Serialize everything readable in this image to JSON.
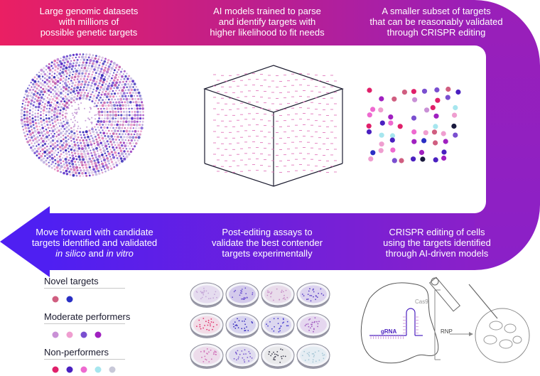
{
  "steps": {
    "s1": [
      "Large genomic datasets",
      "with millions of",
      "possible genetic targets"
    ],
    "s2": [
      "AI models trained to parse",
      "and identify targets with",
      "higher likelihood to fit needs"
    ],
    "s3": [
      "A smaller subset of targets",
      "that can be reasonably validated",
      "through CRISPR editing"
    ],
    "s4": [
      "CRISPR editing of cells",
      "using the targets identified",
      "through AI-driven models"
    ],
    "s5": [
      "Post-editing assays to",
      "validate the best contender",
      "targets experimentally"
    ],
    "s6": {
      "line1": "Move forward with candidate",
      "line2": "targets identified and validated",
      "line3_a": "in silico",
      "line3_b": " and ",
      "line3_c": "in vitro"
    }
  },
  "legend": {
    "novel": {
      "title": "Novel targets",
      "colors": [
        "#d05e80",
        "#2a2fc4"
      ]
    },
    "moderate": {
      "title": "Moderate performers",
      "colors": [
        "#c990d6",
        "#ef9ed0",
        "#7a4fd0",
        "#a020c0"
      ]
    },
    "non": {
      "title": "Non-performers",
      "colors": [
        "#e0206a",
        "#4a20c0",
        "#ee6ad0",
        "#a6e6ee",
        "#c8c8d8"
      ]
    }
  },
  "crispr_labels": {
    "cas9": "Cas9",
    "grna": "gRNA",
    "rnp": "RNP"
  },
  "colors": {
    "gradient_start": "#ea1f63",
    "gradient_mid": "#a21fae",
    "gradient_end": "#5b1ff0"
  }
}
